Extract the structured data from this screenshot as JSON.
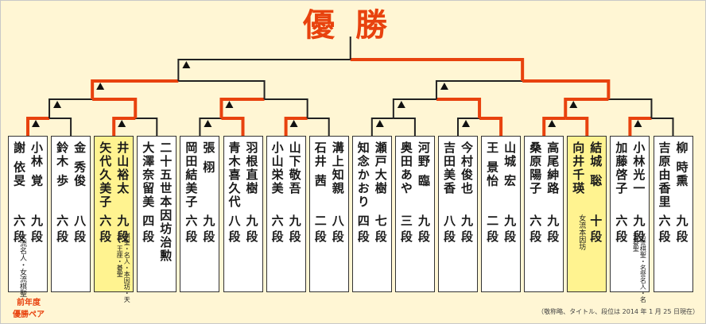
{
  "title": "優勝",
  "colors": {
    "background": "#fff6d4",
    "winner_line": "#e8420e",
    "line": "#222222",
    "card": "#ffffff",
    "seed_card": "#fff390",
    "accent_text": "#e8420e"
  },
  "pairs": [
    {
      "seed": false,
      "winner": 0,
      "players": [
        {
          "name": "小林 覚",
          "rank": "九段"
        },
        {
          "name": "謝 依旻",
          "rank": "六段"
        }
      ],
      "titles": [
        "",
        "女流名人・女流棋聖"
      ]
    },
    {
      "seed": false,
      "winner": 1,
      "players": [
        {
          "name": "金 秀俊",
          "rank": "八段"
        },
        {
          "name": "鈴木 歩",
          "rank": "六段"
        }
      ],
      "titles": [
        "",
        ""
      ]
    },
    {
      "seed": true,
      "winner": 0,
      "players": [
        {
          "name": "井山裕太",
          "rank": "九段"
        },
        {
          "name": "矢代久美子",
          "rank": "六段"
        }
      ],
      "titles": [
        "棋聖・名人・本因坊・天元・王座・碁聖",
        ""
      ]
    },
    {
      "seed": false,
      "winner": 0,
      "players": [
        {
          "name": "二十五世本因坊治勲",
          "rank": ""
        },
        {
          "name": "大澤奈留美",
          "rank": "四段"
        }
      ],
      "titles": [
        "",
        ""
      ]
    },
    {
      "seed": false,
      "winner": 0,
      "players": [
        {
          "name": "張 栩",
          "rank": "九段"
        },
        {
          "name": "岡田結美子",
          "rank": "六段"
        }
      ],
      "titles": [
        "",
        ""
      ]
    },
    {
      "seed": false,
      "winner": 1,
      "players": [
        {
          "name": "羽根直樹",
          "rank": "九段"
        },
        {
          "name": "青木喜久代",
          "rank": "八段"
        }
      ],
      "titles": [
        "",
        ""
      ]
    },
    {
      "seed": false,
      "winner": 0,
      "players": [
        {
          "name": "山下敬吾",
          "rank": "九段"
        },
        {
          "name": "小山栄美",
          "rank": "六段"
        }
      ],
      "titles": [
        "",
        ""
      ]
    },
    {
      "seed": false,
      "winner": 1,
      "players": [
        {
          "name": "溝上知親",
          "rank": "八段"
        },
        {
          "name": "石井 茜",
          "rank": "二段"
        }
      ],
      "titles": [
        "",
        ""
      ]
    },
    {
      "seed": false,
      "winner": 1,
      "players": [
        {
          "name": "瀬戸大樹",
          "rank": "七段"
        },
        {
          "name": "知念かおり",
          "rank": "四段"
        }
      ],
      "titles": [
        "",
        ""
      ]
    },
    {
      "seed": false,
      "winner": 0,
      "players": [
        {
          "name": "河野 臨",
          "rank": "九段"
        },
        {
          "name": "奥田あや",
          "rank": "三段"
        }
      ],
      "titles": [
        "",
        ""
      ]
    },
    {
      "seed": false,
      "winner": 1,
      "players": [
        {
          "name": "今村俊也",
          "rank": "九段"
        },
        {
          "name": "吉田美香",
          "rank": "八段"
        }
      ],
      "titles": [
        "",
        ""
      ]
    },
    {
      "seed": false,
      "winner": 0,
      "players": [
        {
          "name": "山城 宏",
          "rank": "九段"
        },
        {
          "name": "王 景怡",
          "rank": "二段"
        }
      ],
      "titles": [
        "",
        ""
      ]
    },
    {
      "seed": false,
      "winner": 0,
      "players": [
        {
          "name": "高尾紳路",
          "rank": "九段"
        },
        {
          "name": "桑原陽子",
          "rank": "六段"
        }
      ],
      "titles": [
        "",
        ""
      ]
    },
    {
      "seed": true,
      "winner": 0,
      "players": [
        {
          "name": "結城 聡",
          "rank": "十段"
        },
        {
          "name": "向井千瑛",
          "rank": ""
        }
      ],
      "titles": [
        "",
        "女流本因坊"
      ]
    },
    {
      "seed": false,
      "winner": 0,
      "players": [
        {
          "name": "小林光一",
          "rank": "九段"
        },
        {
          "name": "加藤啓子",
          "rank": "六段"
        }
      ],
      "titles": [
        "名誉棋聖・名誉名人・名誉碁聖",
        ""
      ]
    },
    {
      "seed": false,
      "winner": 0,
      "players": [
        {
          "name": "柳 時熏",
          "rank": "九段"
        },
        {
          "name": "吉原由香里",
          "rank": "六段"
        }
      ],
      "titles": [
        "",
        ""
      ]
    }
  ],
  "previous_winner_label": "前年度\n優勝ペア",
  "footnote": "（敬称略、タイトル、段位は 2014 年 1 月 25 日現在）"
}
